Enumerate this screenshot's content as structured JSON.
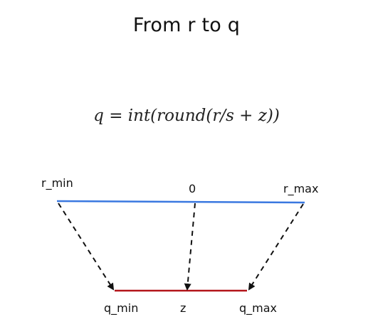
{
  "title": "From r to q",
  "formula": "q = int(round(r/s + z))",
  "labels": {
    "r_min": "r_min",
    "zero": "0",
    "r_max": "r_max",
    "q_min": "q_min",
    "z": "z",
    "q_max": "q_max"
  },
  "colors": {
    "r_line": "#3a78e0",
    "q_line": "#b3151a",
    "arrows": "#111111"
  }
}
